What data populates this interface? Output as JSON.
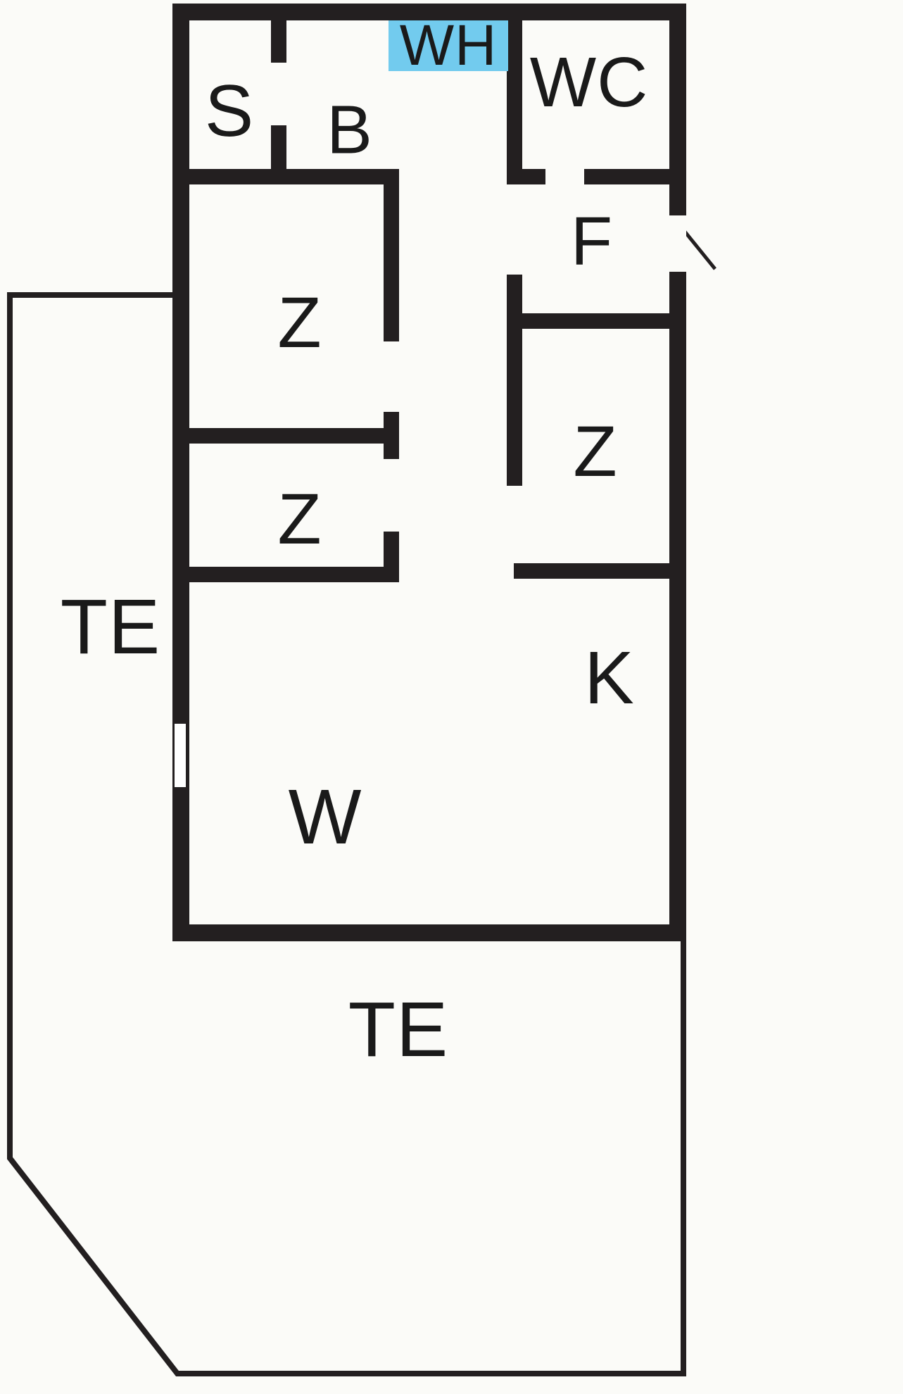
{
  "floorplan": {
    "type": "apartment-floor-plan",
    "colors": {
      "bg": "#fbfbf8",
      "wall": "#231f20",
      "highlight": "#72cbee",
      "text": "#1a1a1a"
    },
    "rooms": [
      {
        "id": "s",
        "label": "S",
        "highlighted": false
      },
      {
        "id": "b",
        "label": "B",
        "highlighted": false
      },
      {
        "id": "wh",
        "label": "WH",
        "highlighted": true
      },
      {
        "id": "wc",
        "label": "WC",
        "highlighted": false
      },
      {
        "id": "f",
        "label": "F",
        "highlighted": false
      },
      {
        "id": "z-upper-left",
        "label": "Z",
        "highlighted": false
      },
      {
        "id": "z-lower-left",
        "label": "Z",
        "highlighted": false
      },
      {
        "id": "z-right",
        "label": "Z",
        "highlighted": false
      },
      {
        "id": "te-left",
        "label": "TE",
        "highlighted": false
      },
      {
        "id": "k",
        "label": "K",
        "highlighted": false
      },
      {
        "id": "w",
        "label": "W",
        "highlighted": false
      },
      {
        "id": "te-bottom",
        "label": "TE",
        "highlighted": false
      }
    ]
  }
}
